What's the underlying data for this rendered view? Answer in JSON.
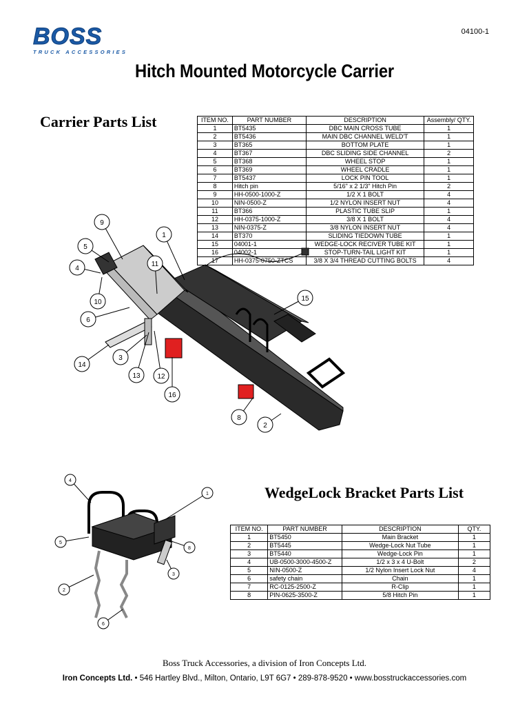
{
  "logo": {
    "brand": "BOSS",
    "tagline": "TRUCK ACCESSORIES"
  },
  "doc_number": "04100-1",
  "title": "Hitch Mounted Motorcycle Carrier",
  "carrier": {
    "heading": "Carrier Parts List",
    "columns": [
      "ITEM NO.",
      "PART NUMBER",
      "DESCRIPTION",
      "Assembly/ QTY."
    ],
    "rows": [
      [
        "1",
        "BT5435",
        "DBC MAIN CROSS TUBE",
        "1"
      ],
      [
        "2",
        "BT5436",
        "MAIN DBC CHANNEL WELD'T",
        "1"
      ],
      [
        "3",
        "BT365",
        "BOTTOM PLATE",
        "1"
      ],
      [
        "4",
        "BT367",
        "DBC SLIDING SIDE CHANNEL",
        "2"
      ],
      [
        "5",
        "BT368",
        "WHEEL STOP",
        "1"
      ],
      [
        "6",
        "BT369",
        "WHEEL CRADLE",
        "1"
      ],
      [
        "7",
        "BT5437",
        "LOCK PIN TOOL",
        "1"
      ],
      [
        "8",
        "Hitch pin",
        "5/16\" x 2 1/3\" Hitch Pin",
        "2"
      ],
      [
        "9",
        "HH-0500-1000-Z",
        "1/2 X 1 BOLT",
        "4"
      ],
      [
        "10",
        "NIN-0500-Z",
        "1/2 NYLON INSERT NUT",
        "4"
      ],
      [
        "11",
        "BT366",
        "PLASTIC TUBE SLIP",
        "1"
      ],
      [
        "12",
        "HH-0375-1000-Z",
        "3/8 X 1 BOLT",
        "4"
      ],
      [
        "13",
        "NIN-0375-Z",
        "3/8 NYLON INSERT NUT",
        "4"
      ],
      [
        "14",
        "BT370",
        "SLIDING TIEDOWN TUBE",
        "1"
      ],
      [
        "15",
        "04001-1",
        "WEDGE-LOCK RECIVER TUBE KIT",
        "1"
      ],
      [
        "16",
        "04002-1",
        "STOP-TURN-TAIL LIGHT KIT",
        "1"
      ],
      [
        "17",
        "HH-0375-0750-ZTCS",
        "3/8 X 3/4 THREAD CUTTING BOLTS",
        "4"
      ]
    ],
    "callouts": [
      "9",
      "5",
      "4",
      "10",
      "6",
      "14",
      "3",
      "13",
      "12",
      "16",
      "11",
      "1",
      "15",
      "8",
      "2"
    ]
  },
  "wedgelock": {
    "heading": "WedgeLock Bracket Parts List",
    "columns": [
      "ITEM NO.",
      "PART NUMBER",
      "DESCRIPTION",
      "QTY."
    ],
    "rows": [
      [
        "1",
        "BT5450",
        "Main Bracket",
        "1"
      ],
      [
        "2",
        "BT5445",
        "Wedge-Lock Nut Tube",
        "1"
      ],
      [
        "3",
        "BT5440",
        "Wedge-Lock Pin",
        "1"
      ],
      [
        "4",
        "UB-0500-3000-4500-Z",
        "1/2 x 3 x 4 U-Bolt",
        "2"
      ],
      [
        "5",
        "NIN-0500-Z",
        "1/2 Nylon Insert Lock Nut",
        "4"
      ],
      [
        "6",
        "safety chain",
        "Chain",
        "1"
      ],
      [
        "7",
        "RC-0125-2500-Z",
        "R-Clip",
        "1"
      ],
      [
        "8",
        "PIN-0625-3500-Z",
        "5/8 Hitch Pin",
        "1"
      ]
    ],
    "callouts": [
      "4",
      "1",
      "5",
      "8",
      "3",
      "2",
      "6"
    ]
  },
  "footer": {
    "line1": "Boss Truck Accessories, a division of Iron Concepts Ltd.",
    "company": "Iron Concepts Ltd.",
    "address": " • 546 Hartley Blvd., Milton, Ontario, L9T 6G7 • 289-878-9520 • www.bosstruckaccessories.com"
  },
  "colors": {
    "brand_blue": "#1b5aa6",
    "light_red": "#e02020"
  }
}
